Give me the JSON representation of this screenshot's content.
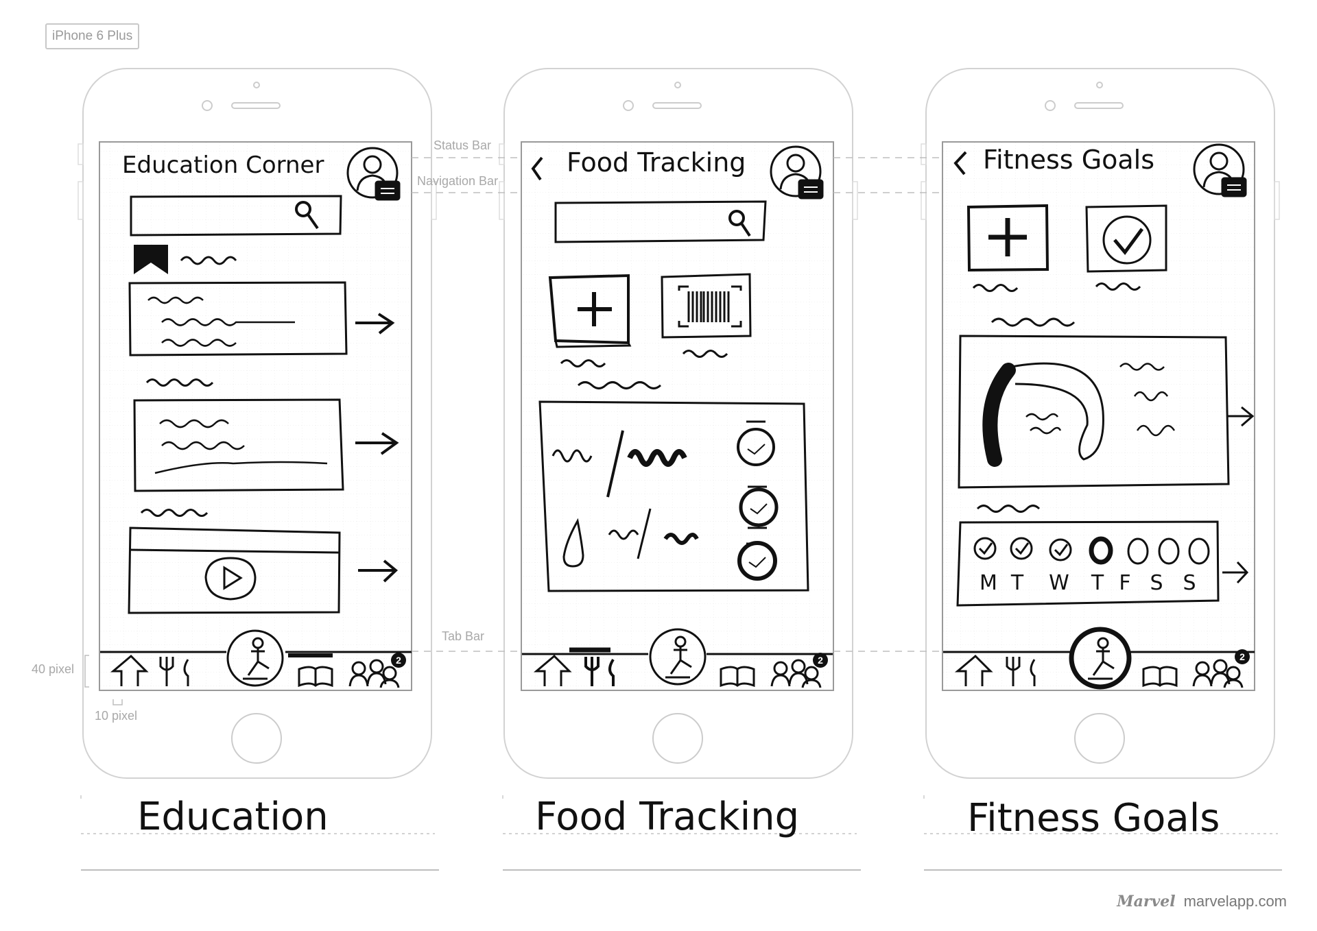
{
  "device_label": "iPhone 6 Plus",
  "annotations": {
    "status_bar": "Status Bar",
    "navigation_bar": "Navigation Bar",
    "tab_bar": "Tab Bar",
    "pixel_40": "40 pixel",
    "pixel_10": "10 pixel"
  },
  "screens": [
    {
      "id": "education",
      "nav_title": "Education Corner",
      "caption": "Education",
      "has_back": false
    },
    {
      "id": "food",
      "nav_title": "Food Tracking",
      "caption": "Food Tracking",
      "has_back": true
    },
    {
      "id": "fitness",
      "nav_title": "Fitness Goals",
      "caption": "Fitness Goals",
      "has_back": true
    }
  ],
  "tab_badge": "2",
  "weekdays": [
    "M",
    "T",
    "W",
    "T",
    "F",
    "S",
    "S"
  ],
  "credit": {
    "brand": "Marvel",
    "site": "marvelapp.com"
  },
  "colors": {
    "ink": "#111111",
    "device_outline": "#cfcfcf",
    "grid": "#e2e2e2",
    "annotation": "#a8a8a8"
  }
}
